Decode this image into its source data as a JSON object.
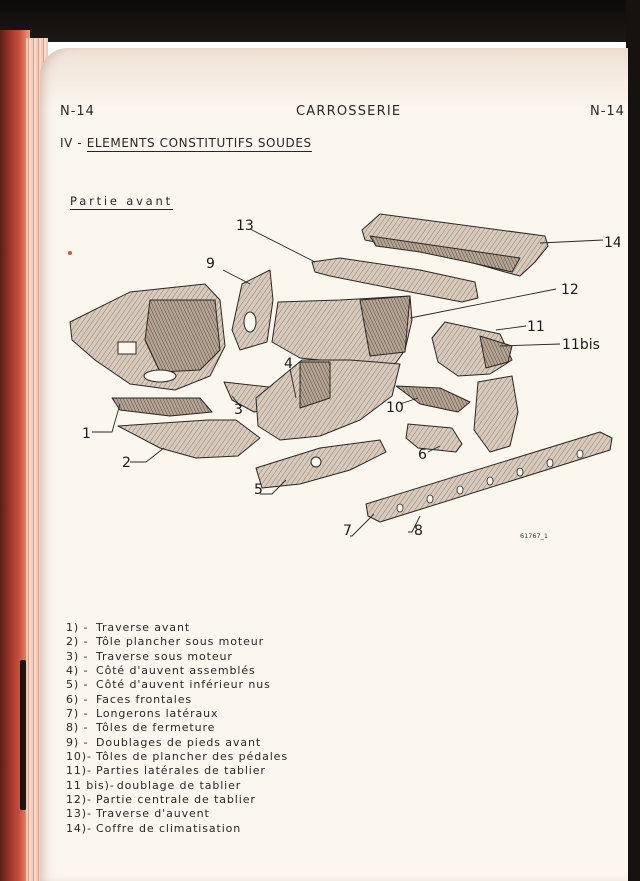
{
  "page": {
    "header_left": "N-14",
    "header_center": "CARROSSERIE",
    "header_right": "N-14",
    "section_numeral": "IV -",
    "section_title": "ELEMENTS CONSTITUTIFS SOUDES",
    "subsection_title": "Partie avant",
    "figure_ref": "61767_1"
  },
  "diagram": {
    "callouts": [
      {
        "id": "1",
        "label": "1"
      },
      {
        "id": "2",
        "label": "2"
      },
      {
        "id": "3",
        "label": "3"
      },
      {
        "id": "4",
        "label": "4"
      },
      {
        "id": "5",
        "label": "5"
      },
      {
        "id": "6",
        "label": "6"
      },
      {
        "id": "7",
        "label": "7"
      },
      {
        "id": "8",
        "label": "8"
      },
      {
        "id": "9",
        "label": "9"
      },
      {
        "id": "10",
        "label": "10"
      },
      {
        "id": "11",
        "label": "11"
      },
      {
        "id": "11bis",
        "label": "11bis"
      },
      {
        "id": "12",
        "label": "12"
      },
      {
        "id": "13",
        "label": "13"
      },
      {
        "id": "14",
        "label": "14"
      }
    ]
  },
  "legend": [
    {
      "num": "1) -",
      "text": "Traverse avant"
    },
    {
      "num": "2) -",
      "text": "Tôle plancher sous moteur"
    },
    {
      "num": "3) -",
      "text": "Traverse sous moteur"
    },
    {
      "num": "4) -",
      "text": "Côté d'auvent assemblés"
    },
    {
      "num": "5) -",
      "text": "Côté d'auvent inférieur nus"
    },
    {
      "num": "6) -",
      "text": "Faces frontales"
    },
    {
      "num": "7) -",
      "text": "Longerons latéraux"
    },
    {
      "num": "8) -",
      "text": "Tôles de fermeture"
    },
    {
      "num": "9) -",
      "text": "Doublages de pieds avant"
    },
    {
      "num": "10)-",
      "text": "Tôles de plancher des pédales"
    },
    {
      "num": "11)-",
      "text": "Parties latérales de tablier"
    },
    {
      "num": "11 bis)-",
      "text": "doublage de tablier"
    },
    {
      "num": "12)-",
      "text": "Partie centrale de tablier"
    },
    {
      "num": "13)-",
      "text": "Traverse d'auvent"
    },
    {
      "num": "14)-",
      "text": "Coffre de climatisation"
    }
  ],
  "colors": {
    "paper": "#fbf6ee",
    "ink": "#2b2622",
    "page_edge": "#dc9c86",
    "spine": "#a03628"
  }
}
